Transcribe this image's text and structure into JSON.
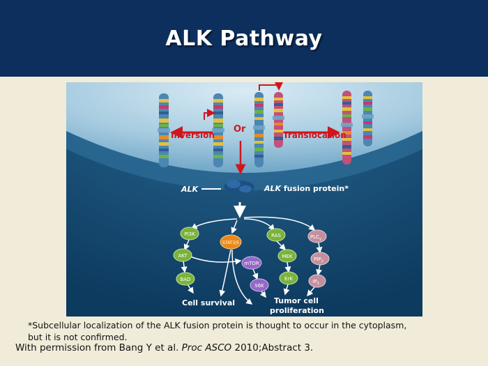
{
  "slide": {
    "title": "ALK Pathway"
  },
  "diagram": {
    "labels": {
      "inversion": "Inversion",
      "or": "Or",
      "translocation": "Translocation",
      "alk": "ALK",
      "fusion_prefix": "ALK",
      "fusion_suffix": " fusion protein*",
      "cell_survival": "Cell survival",
      "tumor_line1": "Tumor cell",
      "tumor_line2": "proliferation"
    },
    "nodes": {
      "pi3k": "PI3K",
      "akt": "AKT",
      "bad": "BAD",
      "stat": "STAT3/5",
      "mtor": "mTOR",
      "s6k": "S6K",
      "ras": "RAS",
      "mek": "MEK",
      "erk": "ErK",
      "plc_base": "PLC",
      "plc_sub": "γ",
      "pip_base": "PIP",
      "pip_sub": "2",
      "ip_base": "IP",
      "ip_sub": "3"
    },
    "colors": {
      "arrow_red": "#d0161c",
      "node_green": "#7ab33c",
      "node_orange": "#e88a1a",
      "node_purple": "#9568c7",
      "node_mauve": "#c38f9e"
    }
  },
  "footer": {
    "footnote_line1": "*Subcellular localization of the ALK fusion protein is thought to occur in the cytoplasm,",
    "footnote_line2": "but it is not confirmed.",
    "credit_prefix": "With permission from Bang Y et al. ",
    "credit_journal": "Proc ASCO",
    "credit_suffix": " 2010;Abstract 3."
  }
}
